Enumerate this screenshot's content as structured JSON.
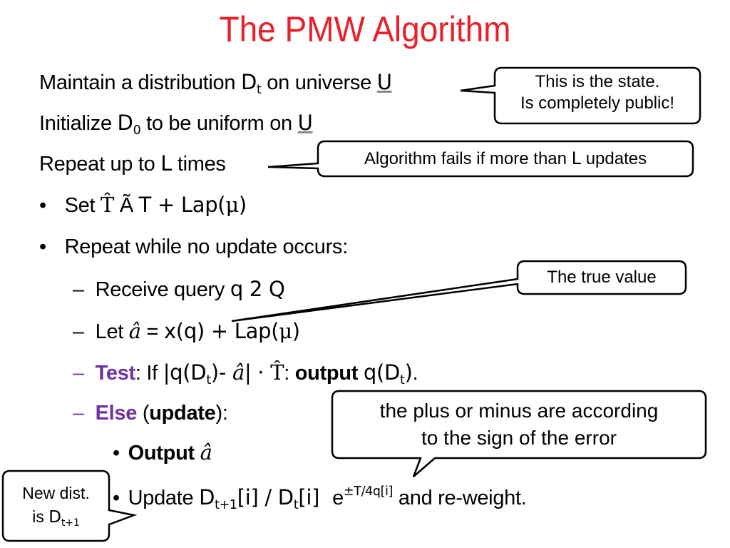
{
  "title": "The PMW Algorithm",
  "lines": {
    "l1": {
      "a": "Maintain a distribution ",
      "D": "D",
      "t": "t",
      "b": " on universe ",
      "U": "U"
    },
    "l2": {
      "a": "Initialize ",
      "D": "D",
      "zero": "0",
      "b": " to be uniform on ",
      "U": "U"
    },
    "l3": {
      "a": "Repeat up to ",
      "L": "L",
      "b": " times"
    },
    "l4": {
      "bullet": "•",
      "a": "Set ",
      "That": "T̂",
      "sym": " Ã ",
      "T": " T + Lap(",
      "mu": "μ",
      "close": ")"
    },
    "l5": {
      "bullet": "•",
      "a": "Repeat while no update occurs:"
    },
    "l6": {
      "dash": "–",
      "a": "Receive query ",
      "q": "q",
      "in": " 2 ",
      "Q": "Q"
    },
    "l7": {
      "dash": "–",
      "a": "Let ",
      "ahat": "â",
      "eq": " = ",
      "x": "x(q) + Lap(",
      "mu": "μ",
      "close": ")"
    },
    "l8": {
      "dash": "–",
      "test": "Test",
      "a": ": If ",
      "abs1": "|q(D",
      "t1": "t",
      "mid": ")- ",
      "ahat": "â",
      "abs2": "| · ",
      "That": "T̂",
      "colon": ": ",
      "output": "output ",
      "q": "q(D",
      "t2": "t",
      "end": ")",
      "dot": "."
    },
    "l9": {
      "dash": "–",
      "else": "Else",
      "open": " (",
      "update": "update",
      "close": "):"
    },
    "l10": {
      "bullet": "•",
      "output": "Output ",
      "ahat": "â"
    },
    "l11": {
      "bullet": "•",
      "a": "Update ",
      "D1": "D",
      "t1": "t+1",
      "i1": "[i] / ",
      "D2": "D",
      "t2": "t",
      "i2": "[i]",
      "e": "e",
      "exp": "±T/4q[i]",
      "b": " and re-weight."
    }
  },
  "callouts": {
    "state_line1": "This is the state.",
    "state_line2": "Is completely public!",
    "fails_a": "Algorithm fails if more than ",
    "fails_L": "L",
    "fails_b": " updates",
    "true_value": "The true value",
    "sign_line1": "the plus or minus are according",
    "sign_line2": "to the sign of the error",
    "newdist_line1": "New dist.",
    "newdist_is": "is ",
    "newdist_D": "D",
    "newdist_sub": "t+1"
  },
  "colors": {
    "title": "#e8202a",
    "purple": "#7030a0",
    "underline": "#8a8a8a"
  }
}
